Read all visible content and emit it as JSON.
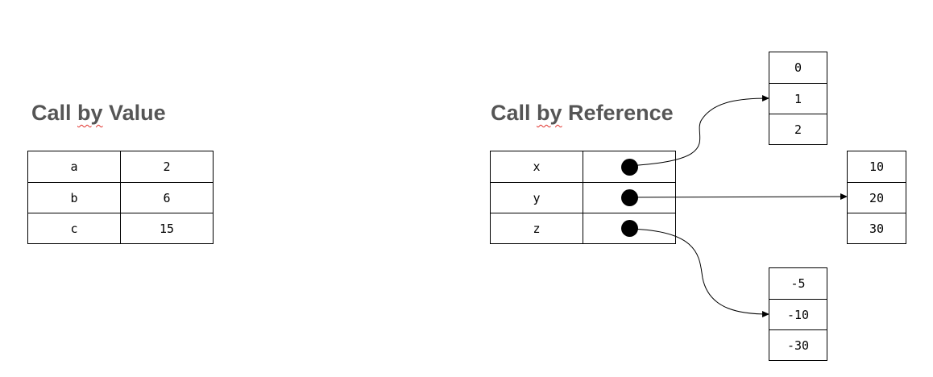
{
  "value_section": {
    "title_prefix": "Call ",
    "title_by": "by",
    "title_suffix": " Value",
    "rows": [
      {
        "name": "a",
        "value": "2"
      },
      {
        "name": "b",
        "value": "6"
      },
      {
        "name": "c",
        "value": "15"
      }
    ]
  },
  "reference_section": {
    "title_prefix": "Call ",
    "title_by": "by",
    "title_suffix": " Reference",
    "rows": [
      {
        "name": "x"
      },
      {
        "name": "y"
      },
      {
        "name": "z"
      }
    ],
    "arrays": [
      {
        "values": [
          "0",
          "1",
          "2"
        ]
      },
      {
        "values": [
          "10",
          "20",
          "30"
        ]
      },
      {
        "values": [
          "-5",
          "-10",
          "-30"
        ]
      }
    ]
  }
}
